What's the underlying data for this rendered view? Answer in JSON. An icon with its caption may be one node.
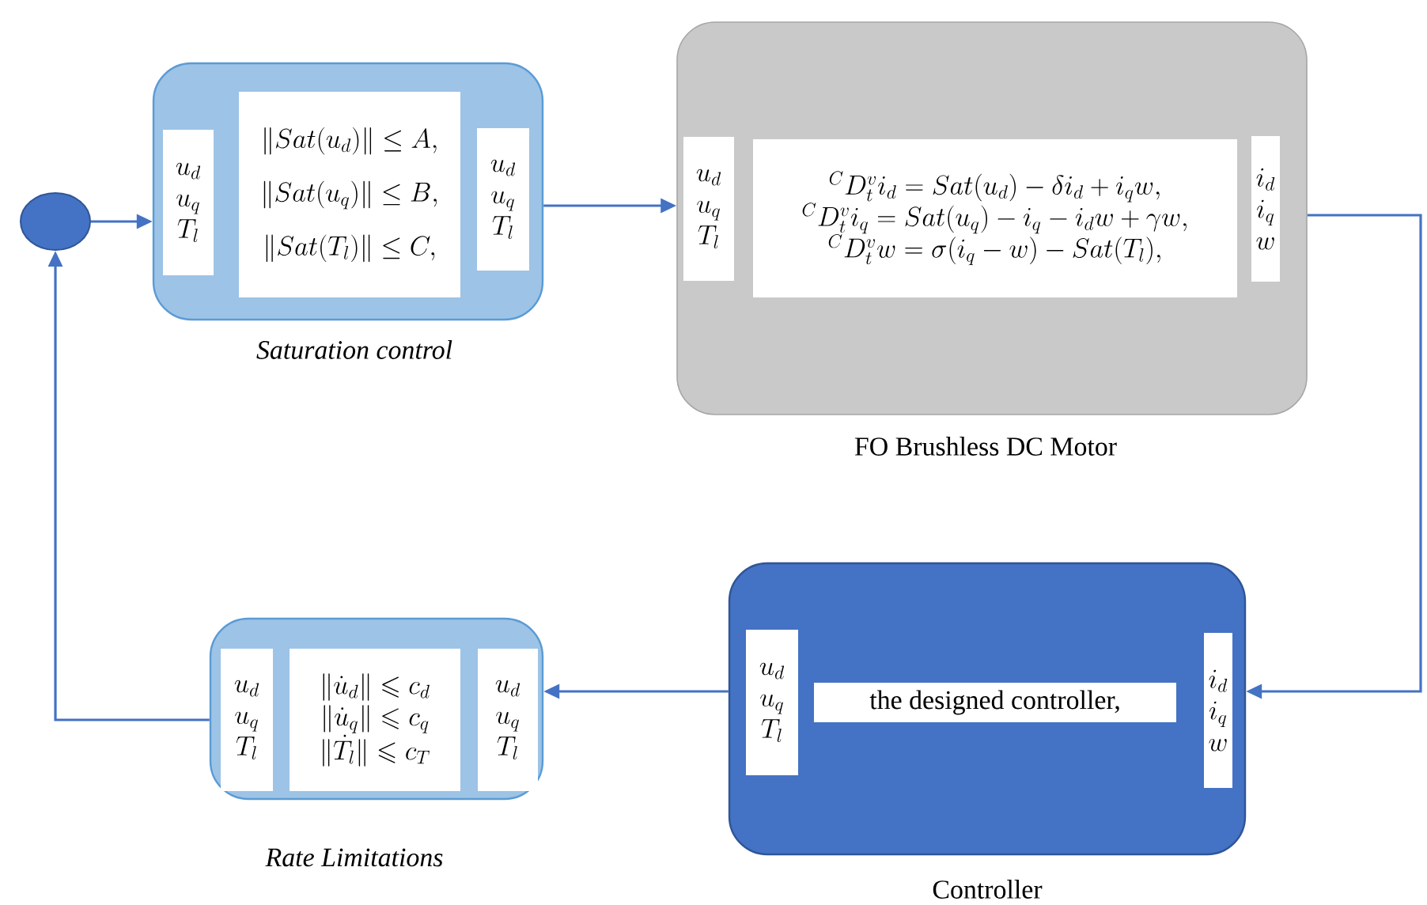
{
  "diagram": {
    "nodes": [
      {
        "text": [],
        "shape": "circle"
      },
      {
        "text": [],
        "shape": "box",
        "beside": [
          "Saturation control"
        ]
      },
      {
        "text": [
          "u_d",
          "u_q",
          "T_l"
        ],
        "in": 1
      },
      {
        "text": [
          "\\|Sat(u_d)\\| \\le A,",
          "\\|Sat(u_q)\\| \\le B,",
          "\\|Sat(T_l)\\| \\le C,"
        ],
        "in": 1
      },
      {
        "text": [
          "u_d",
          "u_q",
          "T_l"
        ],
        "in": 1
      },
      {
        "text": [],
        "shape": "box",
        "beside": [
          "FO Brushless DC Motor"
        ]
      },
      {
        "text": [
          "u_d",
          "u_q",
          "T_l"
        ],
        "in": 5
      },
      {
        "text": [
          "{}^{C}D_t^{v} i_d = Sat(u_d) - \\delta i_d + i_q w,",
          "{}^{C}D_t^{v} i_q = Sat(u_q) - i_q - i_d w + \\gamma w,",
          "{}^{C}D_t^{v} w = \\sigma(i_q - w) - Sat(T_l),"
        ],
        "in": 5
      },
      {
        "text": [
          "i_d",
          "i_q",
          "w"
        ],
        "in": 5
      },
      {
        "text": [],
        "shape": "box",
        "beside": [
          "Rate Limitations"
        ]
      },
      {
        "text": [
          "u_d",
          "u_q",
          "T_l"
        ],
        "in": 9
      },
      {
        "text": [
          "\\|\\dot{u}_d\\| \\leqslant c_d",
          "\\|\\dot{u}_q\\| \\leqslant c_q",
          "\\|\\dot{T}_l\\| \\leqslant c_T"
        ],
        "in": 9
      },
      {
        "text": [
          "u_d",
          "u_q",
          "T_l"
        ],
        "in": 9
      },
      {
        "text": [],
        "shape": "box",
        "beside": [
          "Controller"
        ]
      },
      {
        "text": [
          "u_d",
          "u_q",
          "T_l"
        ],
        "in": 13
      },
      {
        "text": [
          "the designed controller,"
        ],
        "in": 13
      },
      {
        "text": [
          "i_d",
          "i_q",
          "w"
        ],
        "in": 13
      }
    ],
    "edges": [
      {
        "from": 0,
        "to": 1,
        "arrow": "to"
      },
      {
        "from": 1,
        "to": 5,
        "arrow": "to"
      },
      {
        "from": 5,
        "to": 13,
        "arrow": "to"
      },
      {
        "from": 13,
        "to": 9,
        "arrow": "to"
      },
      {
        "from": 9,
        "to": 0,
        "arrow": "to"
      }
    ]
  }
}
